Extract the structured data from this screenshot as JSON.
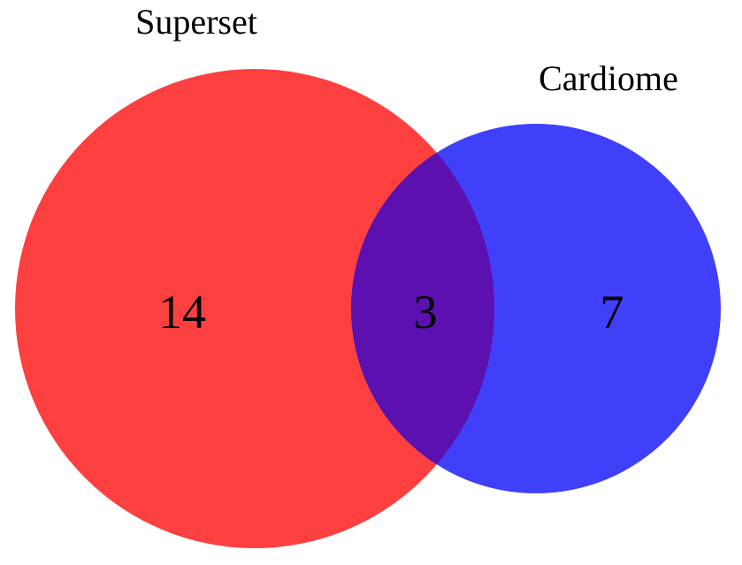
{
  "chart_data": {
    "type": "venn",
    "title": "",
    "background": "#ffffff",
    "text_color": "#000000",
    "sets": [
      {
        "label": "Superset",
        "only_count": 14,
        "color": "#fc4040"
      },
      {
        "label": "Cardiome",
        "only_count": 7,
        "color": "#4040fb"
      }
    ],
    "intersection": {
      "count": 3,
      "color": "#5c10af"
    },
    "legend_position": "labels-above-circles",
    "grid": false
  }
}
